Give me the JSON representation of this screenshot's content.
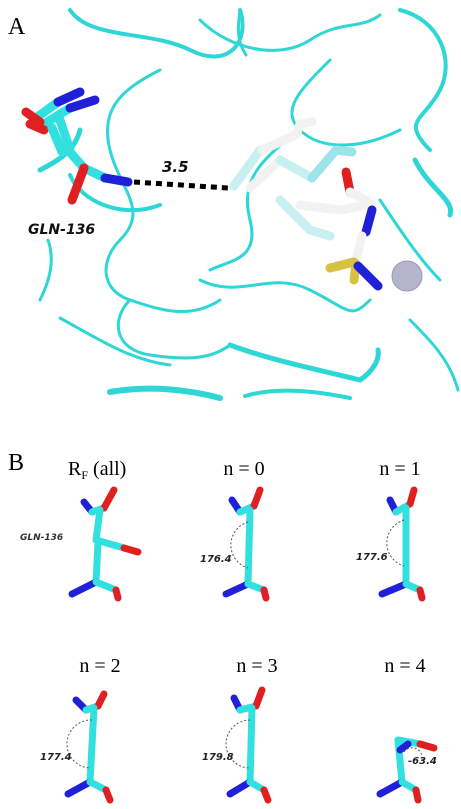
{
  "panel_a": {
    "letter": "A",
    "residue_label": "GLN-136",
    "distance_label": "3.5"
  },
  "panel_b": {
    "letter": "B",
    "residue_label": "GLN-136",
    "cells": [
      {
        "title_main": "R",
        "title_sub": "F",
        "title_rest": " (all)",
        "angle": ""
      },
      {
        "title_main": "n = 0",
        "title_sub": "",
        "title_rest": "",
        "angle": "176.4"
      },
      {
        "title_main": "n = 1",
        "title_sub": "",
        "title_rest": "",
        "angle": "177.6"
      },
      {
        "title_main": "n = 2",
        "title_sub": "",
        "title_rest": "",
        "angle": "177.4"
      },
      {
        "title_main": "n = 3",
        "title_sub": "",
        "title_rest": "",
        "angle": "179.8"
      },
      {
        "title_main": "n = 4",
        "title_sub": "",
        "title_rest": "",
        "angle": "-63.4"
      }
    ]
  },
  "colors": {
    "ribbon": "#2ed6d6",
    "carbon": "#33e0e0",
    "nitrogen": "#2020d8",
    "oxygen": "#e02020",
    "sulfur": "#d8c040",
    "ligand": "#f2f2f2",
    "ion": "#b4b4cc"
  }
}
